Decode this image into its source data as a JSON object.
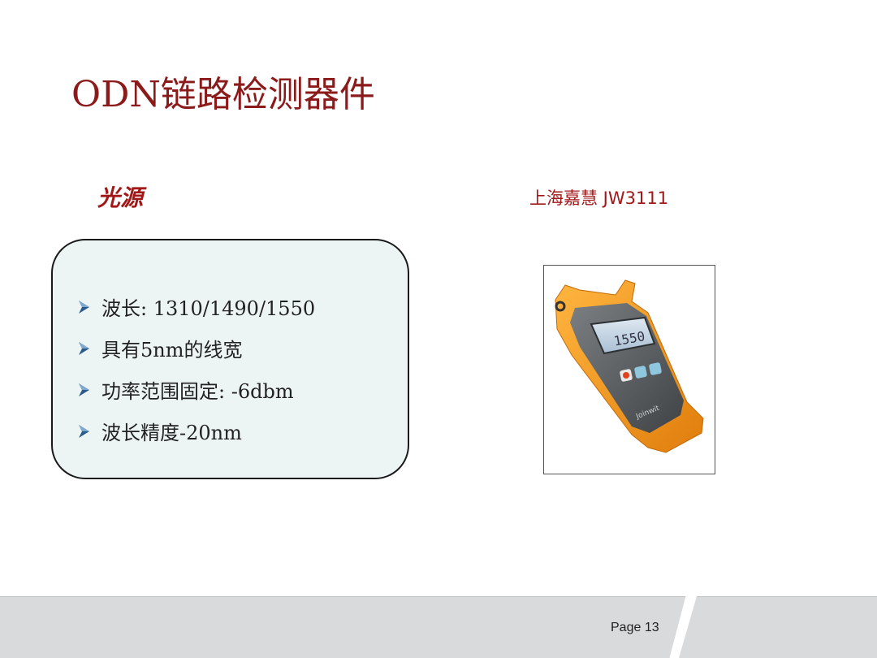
{
  "slide": {
    "title": "ODN链路检测器件",
    "left_heading": "光源",
    "right_heading": "上海嘉慧 JW3111",
    "bullets": [
      "波长: 1310/1490/1550",
      "具有5nm的线宽",
      "功率范围固定: -6dbm",
      "波长精度-20nm"
    ],
    "device_display": "1550",
    "device_brand": "Joinwit",
    "page_label": "Page 13"
  },
  "colors": {
    "title": "#8b1a1a",
    "heading": "#a01818",
    "box_fill": "#edf5f4",
    "bullet_arrow": "#2a5a8a",
    "device_body": "#f29a1c",
    "footer": "#d9dadb"
  },
  "icons": {
    "bullet": "arrow-right-icon",
    "device": "optical-light-source-device"
  }
}
